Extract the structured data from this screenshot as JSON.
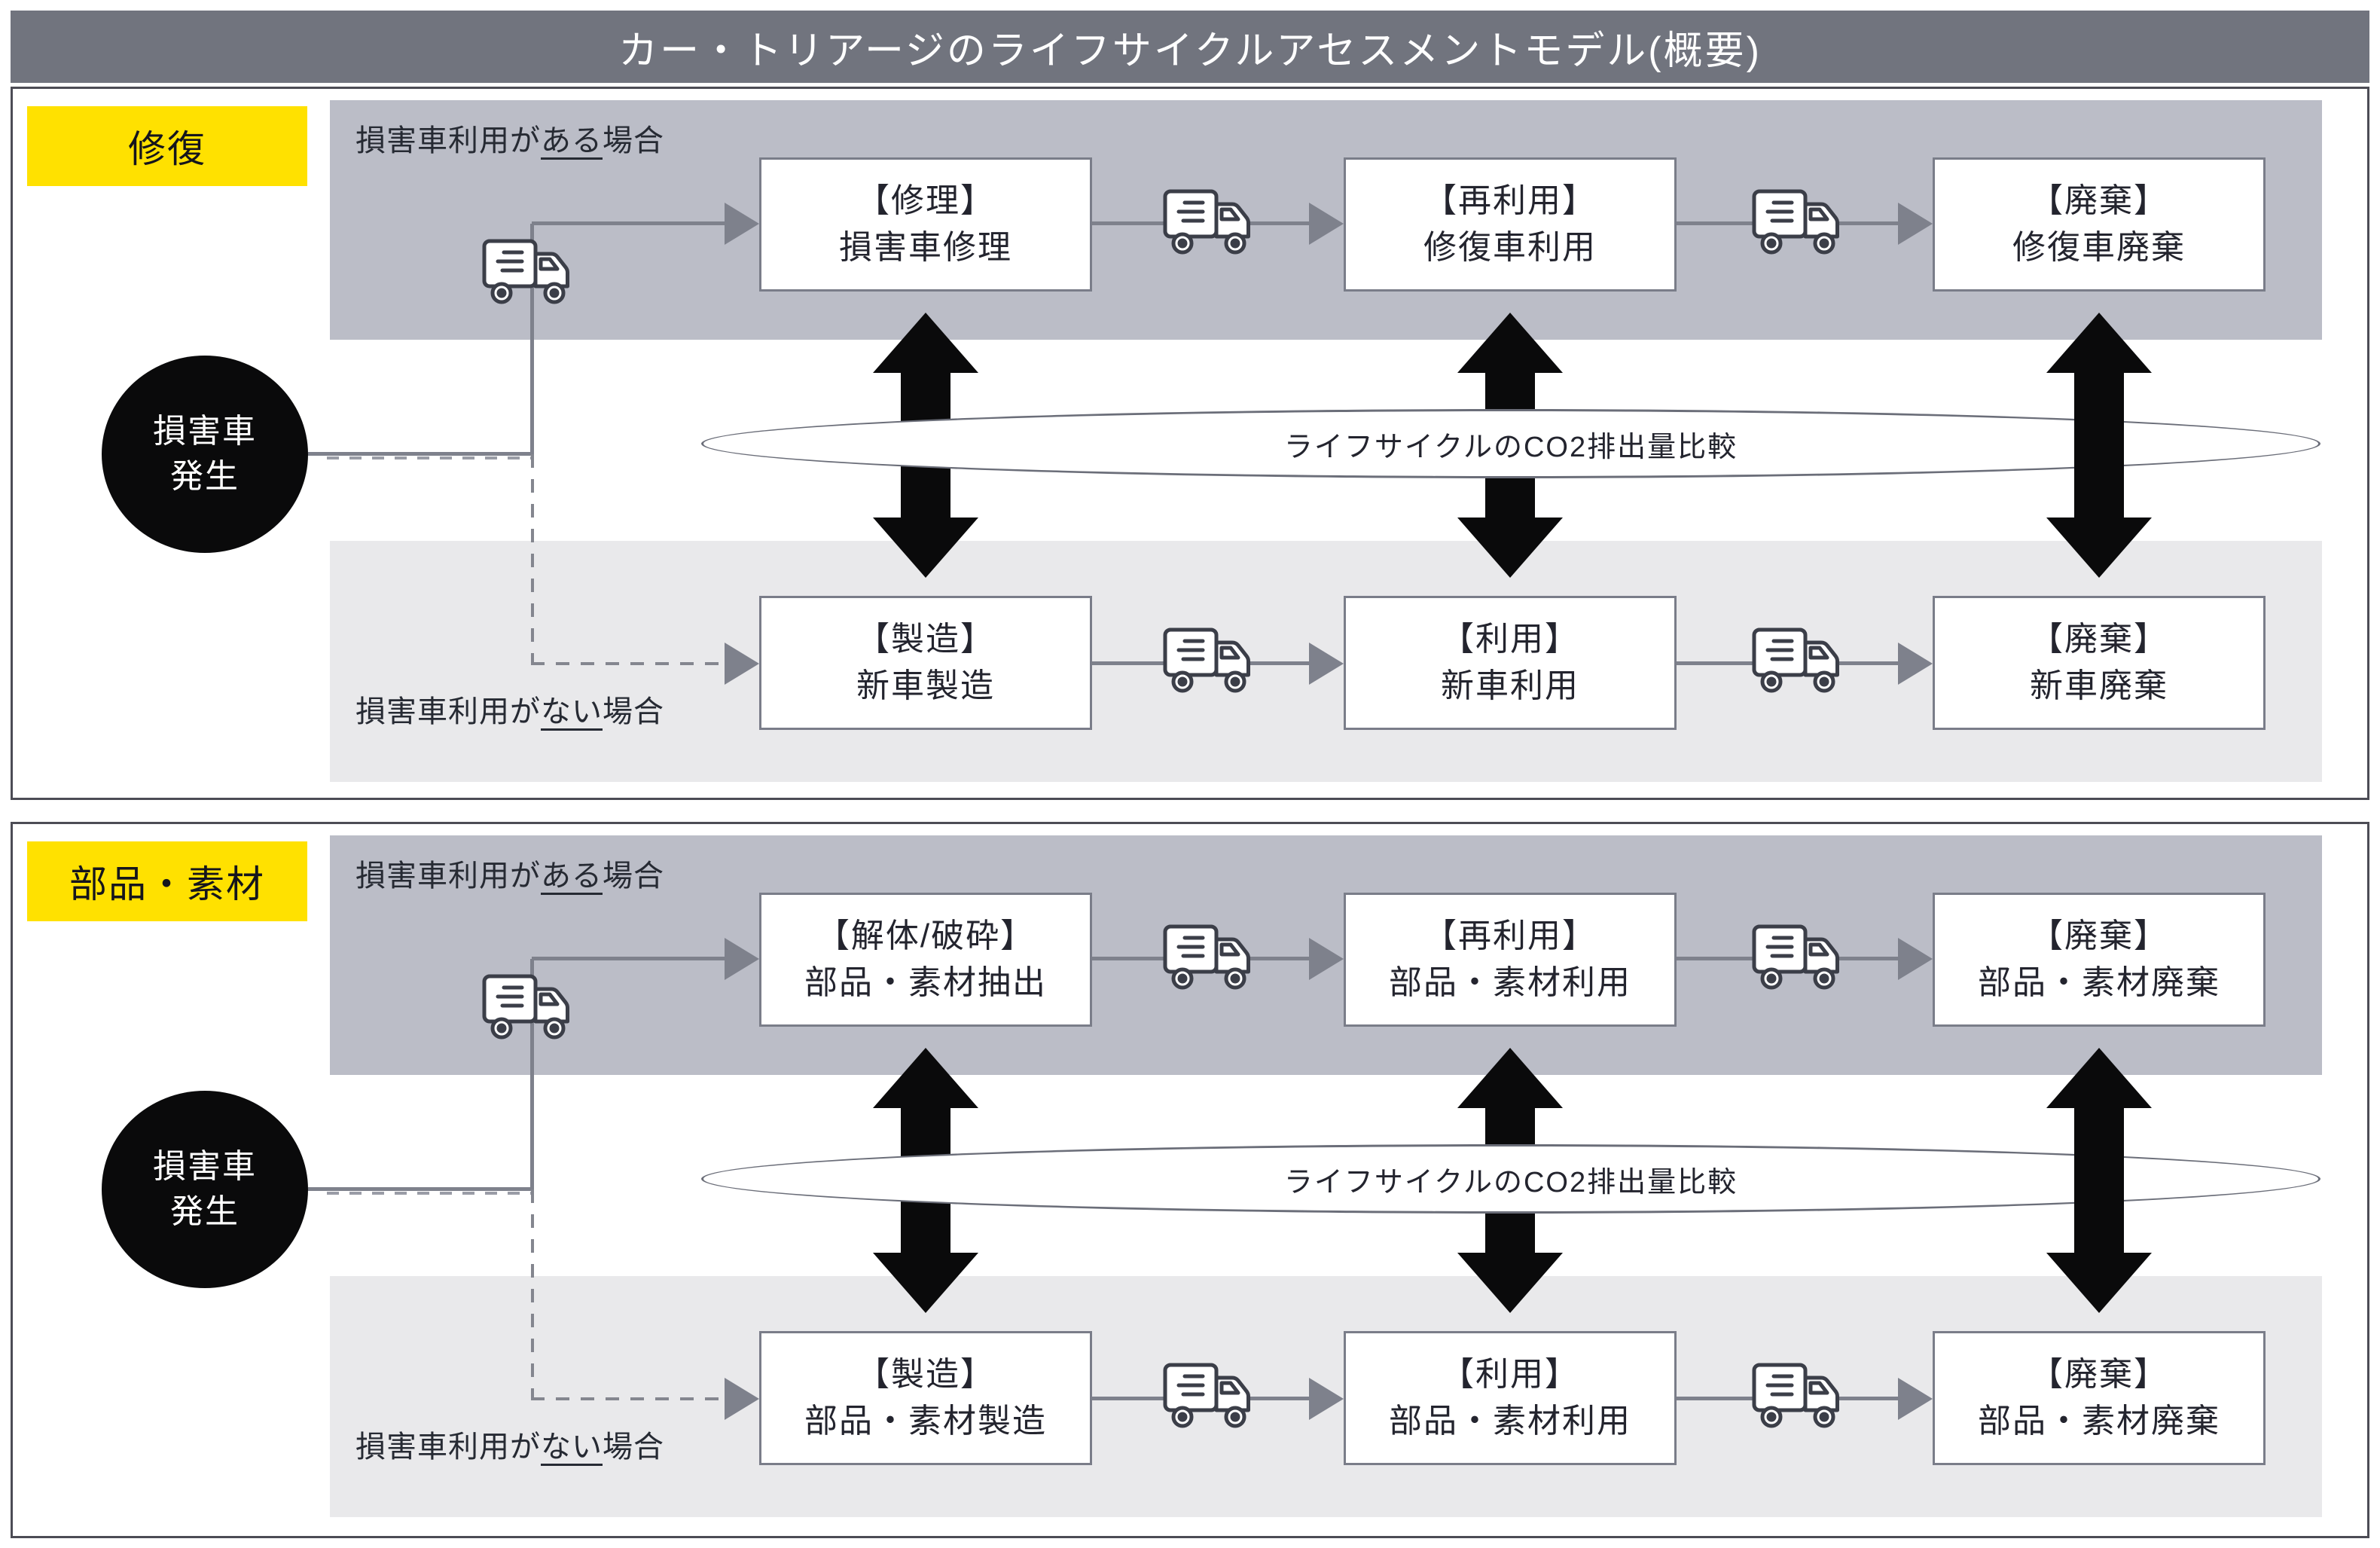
{
  "title": "カー・トリアージのライフサイクルアセスメントモデル(概要)",
  "co2_label": "ライフサイクルのCO2排出量比較",
  "damaged_car_node": {
    "line1": "損害車",
    "line2": "発生"
  },
  "case_labels": {
    "prefix": "損害車利用が",
    "with_u": "ある",
    "without_u": "ない",
    "suffix": "場合"
  },
  "colors": {
    "title_bar": "#71747e",
    "band_case_with": "#bbbdc7",
    "band_case_without": "#e9e9eb",
    "highlight_yellow": "#ffe100",
    "flow_line_gray": "#7e818c",
    "box_border_gray": "#7a7d89",
    "text_dark": "#23242e",
    "arrow_black": "#0a0a0b"
  },
  "icons": {
    "truck": "truck-icon",
    "double_arrow": "double-arrow-icon",
    "arrowhead": "arrowhead-icon"
  },
  "panels": [
    {
      "tag": "修復",
      "upper_row": {
        "boxes": [
          {
            "line1": "【修理】",
            "line2": "損害車修理"
          },
          {
            "line1": "【再利用】",
            "line2": "修復車利用"
          },
          {
            "line1": "【廃棄】",
            "line2": "修復車廃棄"
          }
        ]
      },
      "lower_row": {
        "boxes": [
          {
            "line1": "【製造】",
            "line2": "新車製造"
          },
          {
            "line1": "【利用】",
            "line2": "新車利用"
          },
          {
            "line1": "【廃棄】",
            "line2": "新車廃棄"
          }
        ]
      }
    },
    {
      "tag": "部品・素材",
      "upper_row": {
        "boxes": [
          {
            "line1": "【解体/破砕】",
            "line2": "部品・素材抽出"
          },
          {
            "line1": "【再利用】",
            "line2": "部品・素材利用"
          },
          {
            "line1": "【廃棄】",
            "line2": "部品・素材廃棄"
          }
        ]
      },
      "lower_row": {
        "boxes": [
          {
            "line1": "【製造】",
            "line2": "部品・素材製造"
          },
          {
            "line1": "【利用】",
            "line2": "部品・素材利用"
          },
          {
            "line1": "【廃棄】",
            "line2": "部品・素材廃棄"
          }
        ]
      }
    }
  ]
}
